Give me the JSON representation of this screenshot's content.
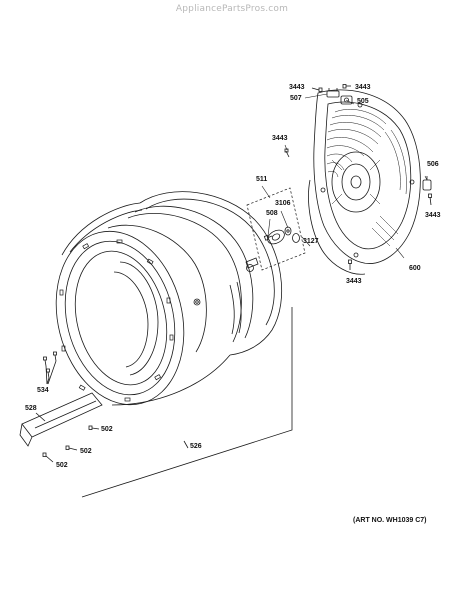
{
  "watermark": "AppliancePartsPros.com",
  "art_number": "(ART NO. WH1039 C7)",
  "callouts": {
    "c3443_tl": "3443",
    "c3443_tr": "3443",
    "c507": "507",
    "c505": "505",
    "c3443_ml": "3443",
    "c506": "506",
    "c3443_r": "3443",
    "c511": "511",
    "c3106": "3106",
    "c508": "508",
    "c3127": "3127",
    "c600": "600",
    "c3443_b": "3443",
    "c534": "534",
    "c528": "528",
    "c502_a": "502",
    "c502_b": "502",
    "c502_c": "502",
    "c526": "526"
  },
  "colors": {
    "line": "#1a1a1a",
    "background": "#ffffff",
    "watermark": "#b8b8b8"
  }
}
